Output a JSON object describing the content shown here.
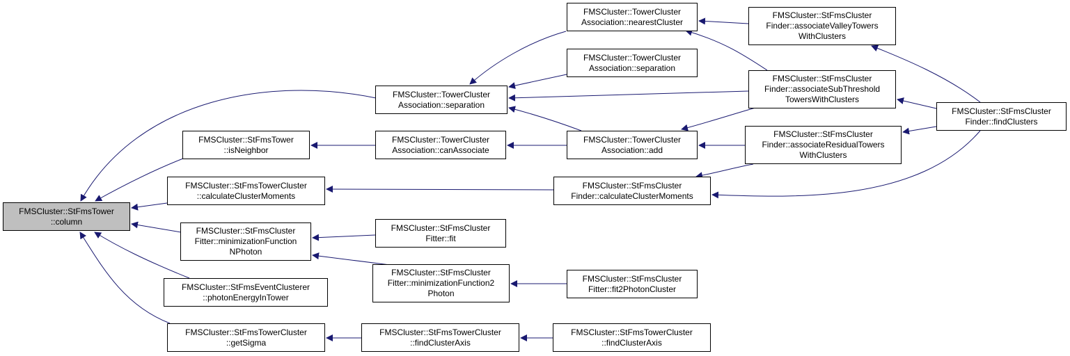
{
  "colors": {
    "edge": "#191970",
    "node_border": "#000000",
    "root_fill": "#bfbfbf",
    "node_fill": "#ffffff"
  },
  "nodes": {
    "n_column": {
      "lines": [
        "FMSCluster::StFmsTower",
        "::column"
      ]
    },
    "n_sep1": {
      "lines": [
        "FMSCluster::TowerCluster",
        "Association::separation"
      ]
    },
    "n_isnb": {
      "lines": [
        "FMSCluster::StFmsTower",
        "::isNeighbor"
      ]
    },
    "n_ccm1": {
      "lines": [
        "FMSCluster::StFmsTowerCluster",
        "::calculateClusterMoments"
      ]
    },
    "n_minN": {
      "lines": [
        "FMSCluster::StFmsCluster",
        "Fitter::minimizationFunction",
        "NPhoton"
      ]
    },
    "n_phE": {
      "lines": [
        "FMSCluster::StFmsEventClusterer",
        "::photonEnergyInTower"
      ]
    },
    "n_sigma": {
      "lines": [
        "FMSCluster::StFmsTowerCluster",
        "::getSigma"
      ]
    },
    "n_canA": {
      "lines": [
        "FMSCluster::TowerCluster",
        "Association::canAssociate"
      ]
    },
    "n_fit": {
      "lines": [
        "FMSCluster::StFmsCluster",
        "Fitter::fit"
      ]
    },
    "n_min2": {
      "lines": [
        "FMSCluster::StFmsCluster",
        "Fitter::minimizationFunction2",
        "Photon"
      ]
    },
    "n_fca1": {
      "lines": [
        "FMSCluster::StFmsTowerCluster",
        "::findClusterAxis"
      ]
    },
    "n_nearest": {
      "lines": [
        "FMSCluster::TowerCluster",
        "Association::nearestCluster"
      ]
    },
    "n_sep2": {
      "lines": [
        "FMSCluster::TowerCluster",
        "Association::separation"
      ]
    },
    "n_add": {
      "lines": [
        "FMSCluster::TowerCluster",
        "Association::add"
      ]
    },
    "n_ccm2": {
      "lines": [
        "FMSCluster::StFmsCluster",
        "Finder::calculateClusterMoments"
      ]
    },
    "n_fit2": {
      "lines": [
        "FMSCluster::StFmsCluster",
        "Fitter::fit2PhotonCluster"
      ]
    },
    "n_fca2": {
      "lines": [
        "FMSCluster::StFmsTowerCluster",
        "::findClusterAxis"
      ]
    },
    "n_valley": {
      "lines": [
        "FMSCluster::StFmsCluster",
        "Finder::associateValleyTowers",
        "WithClusters"
      ]
    },
    "n_subthr": {
      "lines": [
        "FMSCluster::StFmsCluster",
        "Finder::associateSubThreshold",
        "TowersWithClusters"
      ]
    },
    "n_resid": {
      "lines": [
        "FMSCluster::StFmsCluster",
        "Finder::associateResidualTowers",
        "WithClusters"
      ]
    },
    "n_find": {
      "lines": [
        "FMSCluster::StFmsCluster",
        "Finder::findClusters"
      ]
    }
  }
}
